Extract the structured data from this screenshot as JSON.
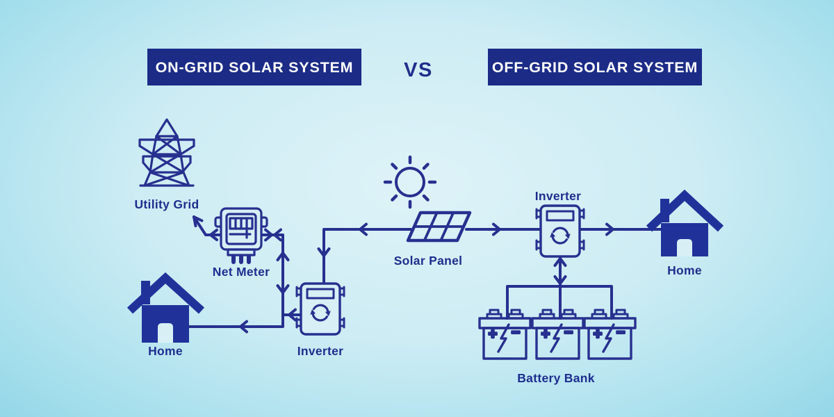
{
  "title_bar": {
    "left_banner_label": "ON-GRID SOLAR SYSTEM",
    "vs_label": "VS",
    "right_banner_label": "OFF-GRID SOLAR SYSTEM"
  },
  "on_grid_system": {
    "utility_grid_label": "Utility Grid",
    "net_meter_label": "Net Meter",
    "home_label": "Home",
    "inverter_label": "Inverter"
  },
  "solar_source": {
    "solar_panel_label": "Solar Panel"
  },
  "off_grid_system": {
    "inverter_label": "Inverter",
    "home_label": "Home",
    "battery_bank_label": "Battery Bank",
    "battery_terminal_plus": "+",
    "battery_terminal_minus": "−"
  },
  "colors": {
    "background_center": "#def3f8",
    "background_edge": "#8dd2e5",
    "banner_background": "#1b2b86",
    "banner_text": "#ffffff",
    "line_navy": "#27308f",
    "icon_fill_navy": "#20329a",
    "label_navy": "#1e2e8e"
  },
  "icons": {
    "on_grid": [
      "transmission-tower-icon",
      "electric-meter-icon",
      "house-icon",
      "inverter-icon"
    ],
    "center": [
      "sun-icon",
      "solar-panel-icon"
    ],
    "off_grid": [
      "inverter-icon",
      "house-icon",
      "battery-icon"
    ],
    "arrows": [
      "arrow-left",
      "arrow-right",
      "arrow-up",
      "arrow-down",
      "arrow-bidirectional"
    ]
  }
}
